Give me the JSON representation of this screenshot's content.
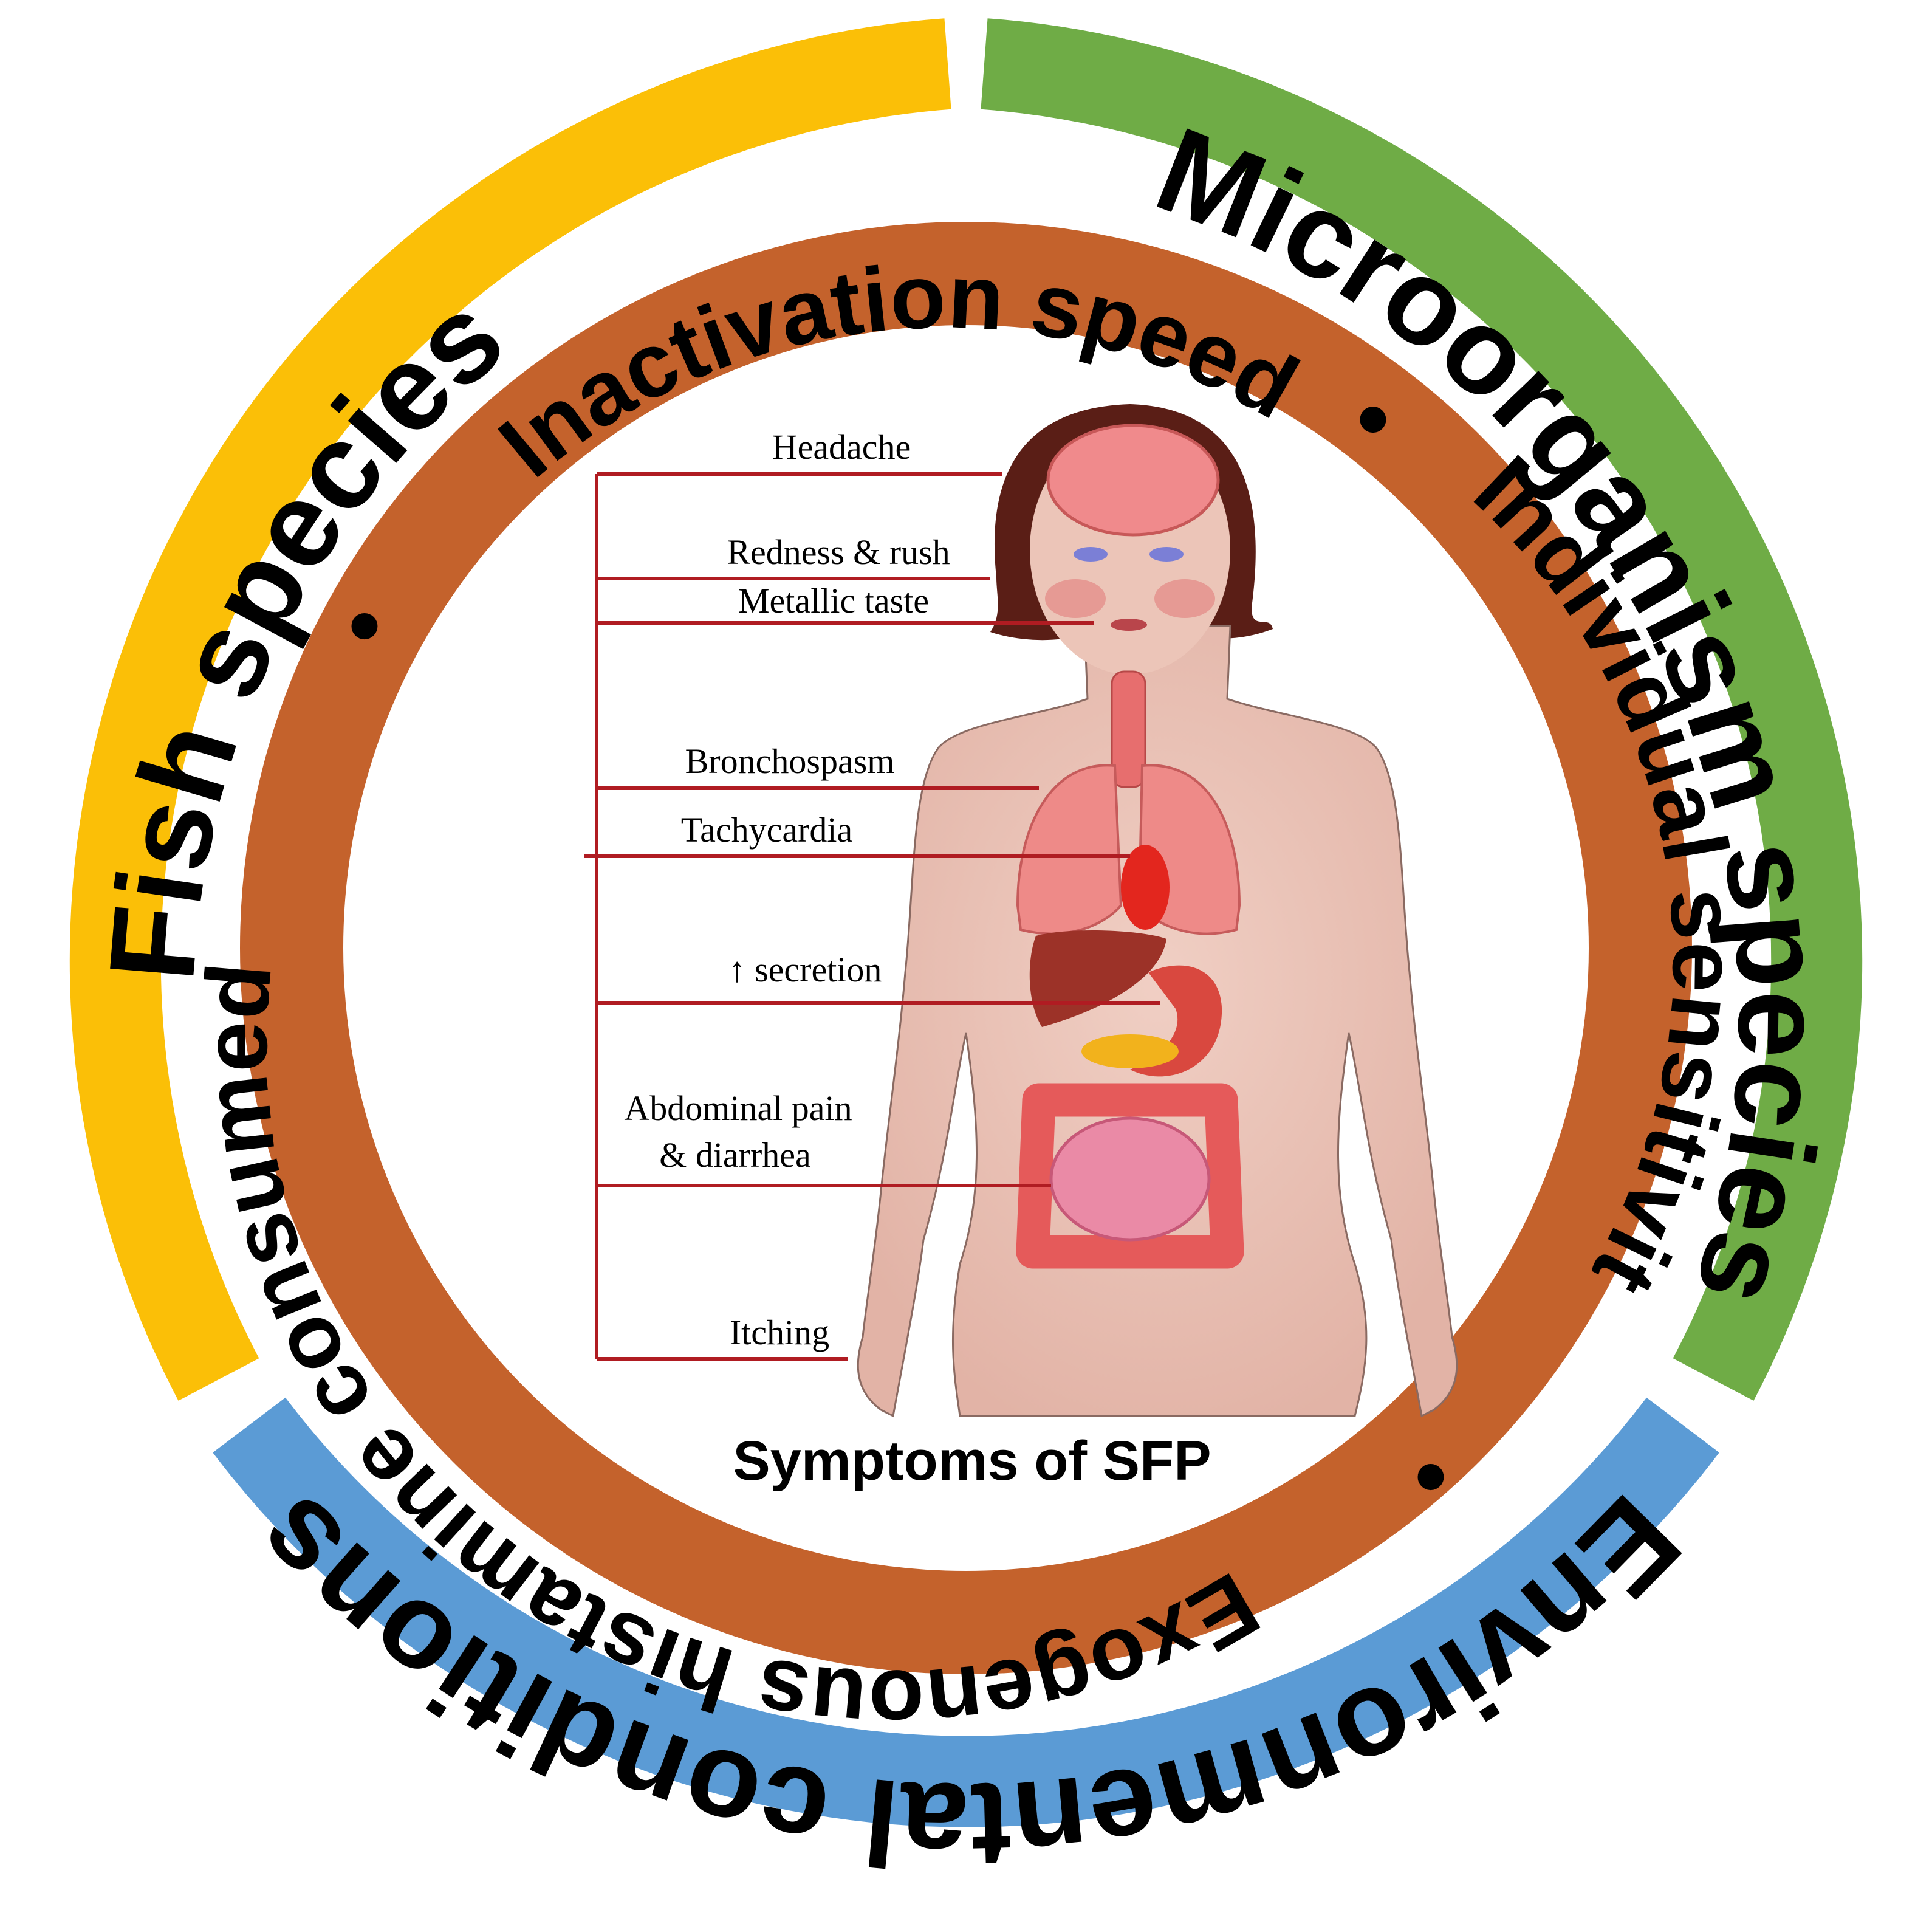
{
  "outer_ring": {
    "fish_species": "Fish species",
    "microorganism_species": "Microorganism species",
    "environmental_conditions": "Environmental conditions"
  },
  "inner_ring": {
    "inactivation_speed": "Inactivation speed",
    "individual_sensitivity": "Individual sensitivit",
    "exogenous_histamine": "Exogenous histamine consumed",
    "separator": "•"
  },
  "symptoms": {
    "headache": "Headache",
    "redness": "Redness & rush",
    "metallic_taste": "Metallic taste",
    "bronchospasm": "Bronchospasm",
    "tachycardia": "Tachycardia",
    "secretion": "↑ secretion",
    "abdominal_line1": "Abdominal pain",
    "abdominal_line2": "& diarrhea",
    "itching": "Itching"
  },
  "caption": "Symptoms of SFP",
  "colors": {
    "fish_species": "#fbbf07",
    "microorganism_species": "#6fac46",
    "environmental_conditions": "#5b9bd5",
    "inner_ring": "#c4622c",
    "leader_lines": "#b01c22"
  }
}
